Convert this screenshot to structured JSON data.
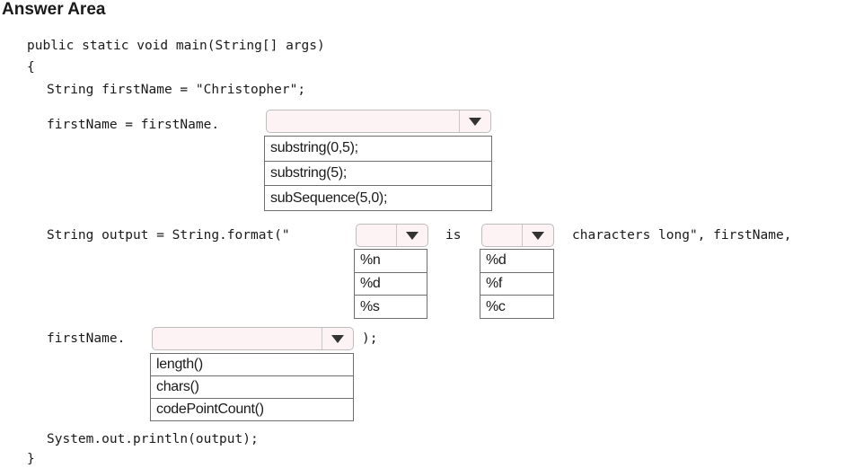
{
  "title": "Answer Area",
  "code": {
    "line1": "public static void main(String[] args)",
    "line2": "{",
    "line3": "String firstName = \"Christopher\";",
    "line4_prefix": "firstName = firstName.",
    "line5_prefix": "String output = String.format(\"",
    "line5_mid": "is",
    "line5_suffix": "characters long\", firstName,",
    "line6_prefix": "firstName.",
    "line6_suffix": ");",
    "line7": "System.out.println(output);",
    "line8": "}"
  },
  "dropdowns": {
    "substring_select": {
      "options": [
        "substring(0,5);",
        "substring(5);",
        "subSequence(5,0);"
      ]
    },
    "format1_select": {
      "options": [
        "%n",
        "%d",
        "%s"
      ]
    },
    "format2_select": {
      "options": [
        "%d",
        "%f",
        "%c"
      ]
    },
    "length_select": {
      "options": [
        "length()",
        "chars()",
        "codePointCount()"
      ]
    }
  },
  "icons": {
    "dropdown_arrow": "chevron-down-icon"
  }
}
